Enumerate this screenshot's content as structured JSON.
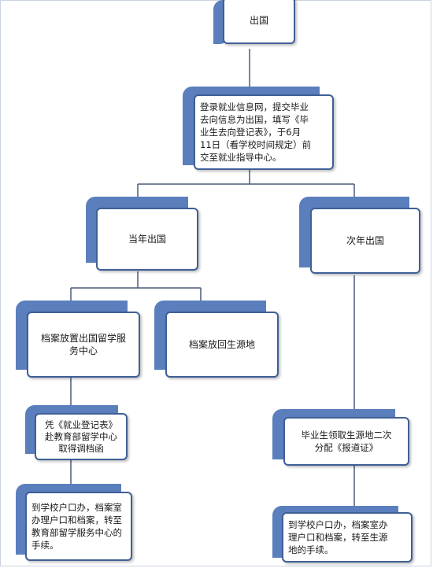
{
  "nodes": {
    "abroad": "出国",
    "register": "登录就业信息网，提交毕业\n去向信息为出国，填写《毕\n业生去向登记表》，于6月\n11日（看学校时间规定）前\n交至就业指导中心。",
    "same_year": "当年出国",
    "next_year": "次年出国",
    "archive_center": "档案放置出国留学服\n务中心",
    "archive_home": "档案放回生源地",
    "employment_form": "凭《就业登记表》\n赴教育部留学中心\n取得调档函",
    "school_office_center": "到学校户口办，档案室\n办理户口和档案，转至\n教育部留学服务中心的\n手续。",
    "report_card": "毕业生领取生源地二次\n分配《报道证》",
    "school_office_home": "到学校户口办，档案室办\n理户口和档案，转至生源\n地的手续。"
  },
  "colors": {
    "accent": "#5b7fbd",
    "border": "#3f5f96",
    "line": "#4a5a78"
  }
}
